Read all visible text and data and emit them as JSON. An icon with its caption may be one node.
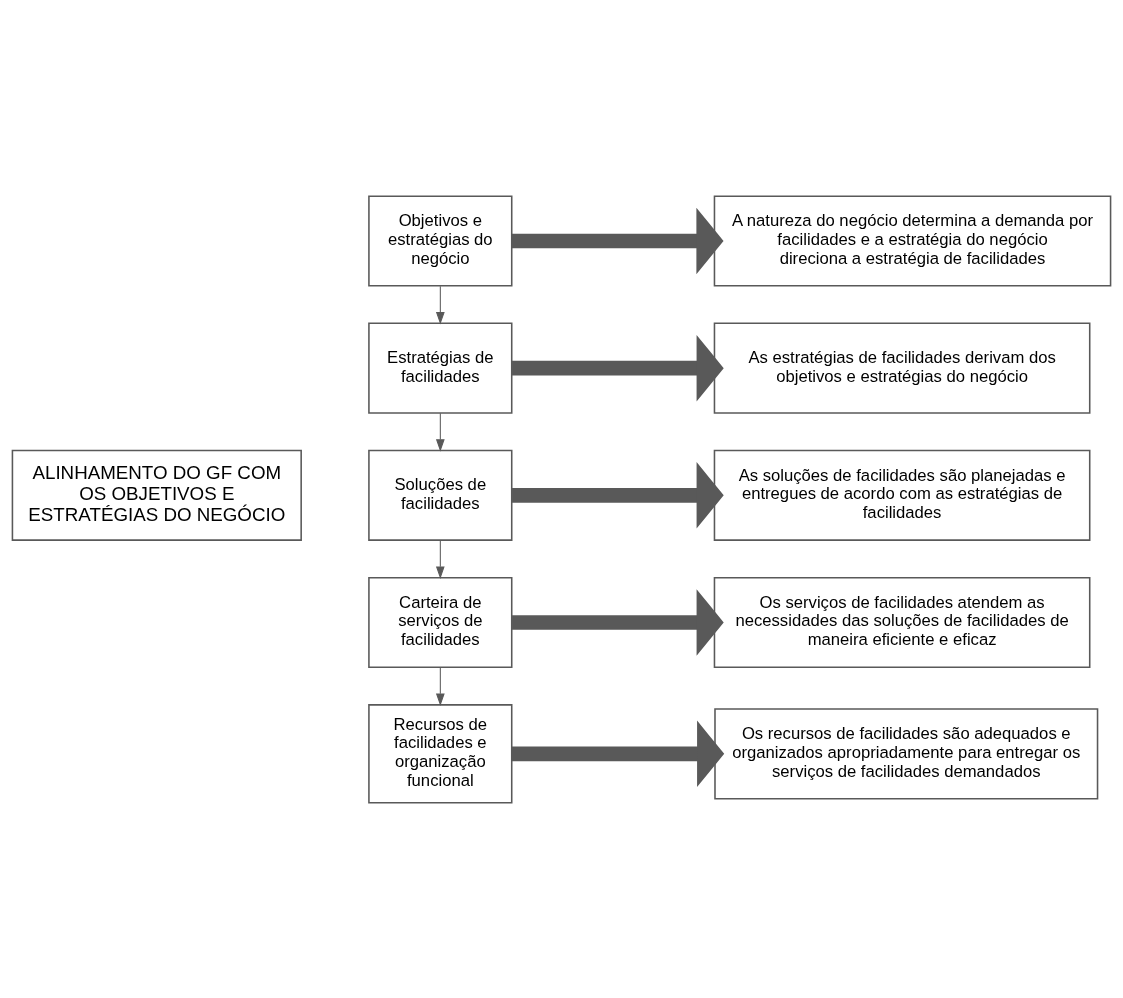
{
  "diagram": {
    "nodes": [
      {
        "text": [
          "ALINHAMENTO DO GF COM OS OBJETIVOS E ESTRATÉGIAS DO NEGÓCIO"
        ]
      },
      {
        "text": [
          "Objetivos e estratégias do negócio"
        ]
      },
      {
        "text": [
          "Estratégias de facilidades"
        ]
      },
      {
        "text": [
          "Soluções de facilidades"
        ]
      },
      {
        "text": [
          "Carteira de serviços de facilidades"
        ]
      },
      {
        "text": [
          "Recursos de facilidades e organização funcional"
        ]
      },
      {
        "text": [
          "A natureza do negócio determina a demanda por facilidades e a estratégia do negócio direciona a estratégia de facilidades"
        ]
      },
      {
        "text": [
          "As estratégias de facilidades derivam dos objetivos e estratégias do negócio"
        ]
      },
      {
        "text": [
          "As soluções de facilidades são planejadas e entregues de acordo com as estratégias de facilidades"
        ]
      },
      {
        "text": [
          "Os serviços de facilidades atendem as necessidades das soluções de facilidades de maneira eficiente e eficaz"
        ]
      },
      {
        "text": [
          "Os recursos de facilidades são adequados e organizados apropriadamente para entregar os serviços de facilidades demandados"
        ]
      }
    ],
    "edges": [
      {
        "from": 1,
        "to": 2,
        "arrow": "to"
      },
      {
        "from": 2,
        "to": 3,
        "arrow": "to"
      },
      {
        "from": 3,
        "to": 4,
        "arrow": "to"
      },
      {
        "from": 4,
        "to": 5,
        "arrow": "to"
      },
      {
        "from": 1,
        "to": 6,
        "arrow": "to"
      },
      {
        "from": 2,
        "to": 7,
        "arrow": "to"
      },
      {
        "from": 3,
        "to": 8,
        "arrow": "to"
      },
      {
        "from": 4,
        "to": 9,
        "arrow": "to"
      },
      {
        "from": 5,
        "to": 10,
        "arrow": "to"
      }
    ]
  }
}
